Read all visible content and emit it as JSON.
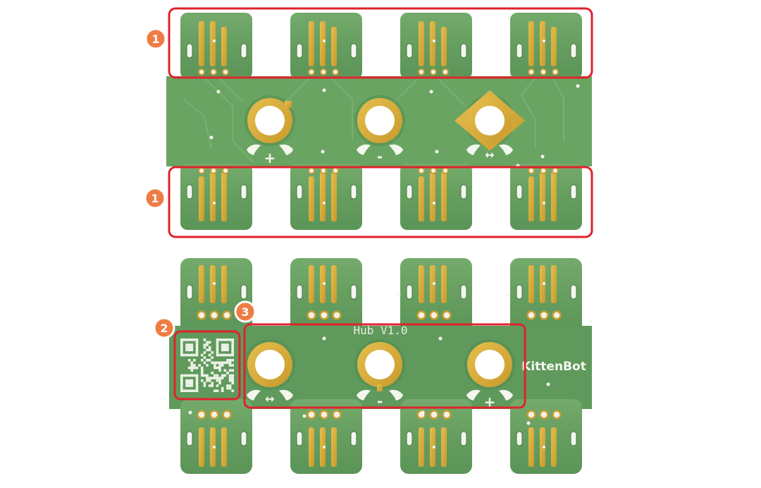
{
  "labels": {
    "board_title": "Hub V1.0",
    "brand": "KittenBot",
    "pad_plus": "+",
    "pad_minus": "-",
    "pad_bidir": "↔"
  },
  "callouts": [
    {
      "id": "edge-connectors-top",
      "number": "1"
    },
    {
      "id": "edge-connectors-bottom",
      "number": "1"
    },
    {
      "id": "qr-code",
      "number": "2"
    },
    {
      "id": "power-pads",
      "number": "3"
    }
  ],
  "colors": {
    "pcb_green": "#5f9a5c",
    "pcb_light": "#7fb375",
    "gold": "#d6ac3a",
    "gold_dark": "#b98e22",
    "callout_red": "#e0222c",
    "badge_orange": "#ef7c45"
  }
}
